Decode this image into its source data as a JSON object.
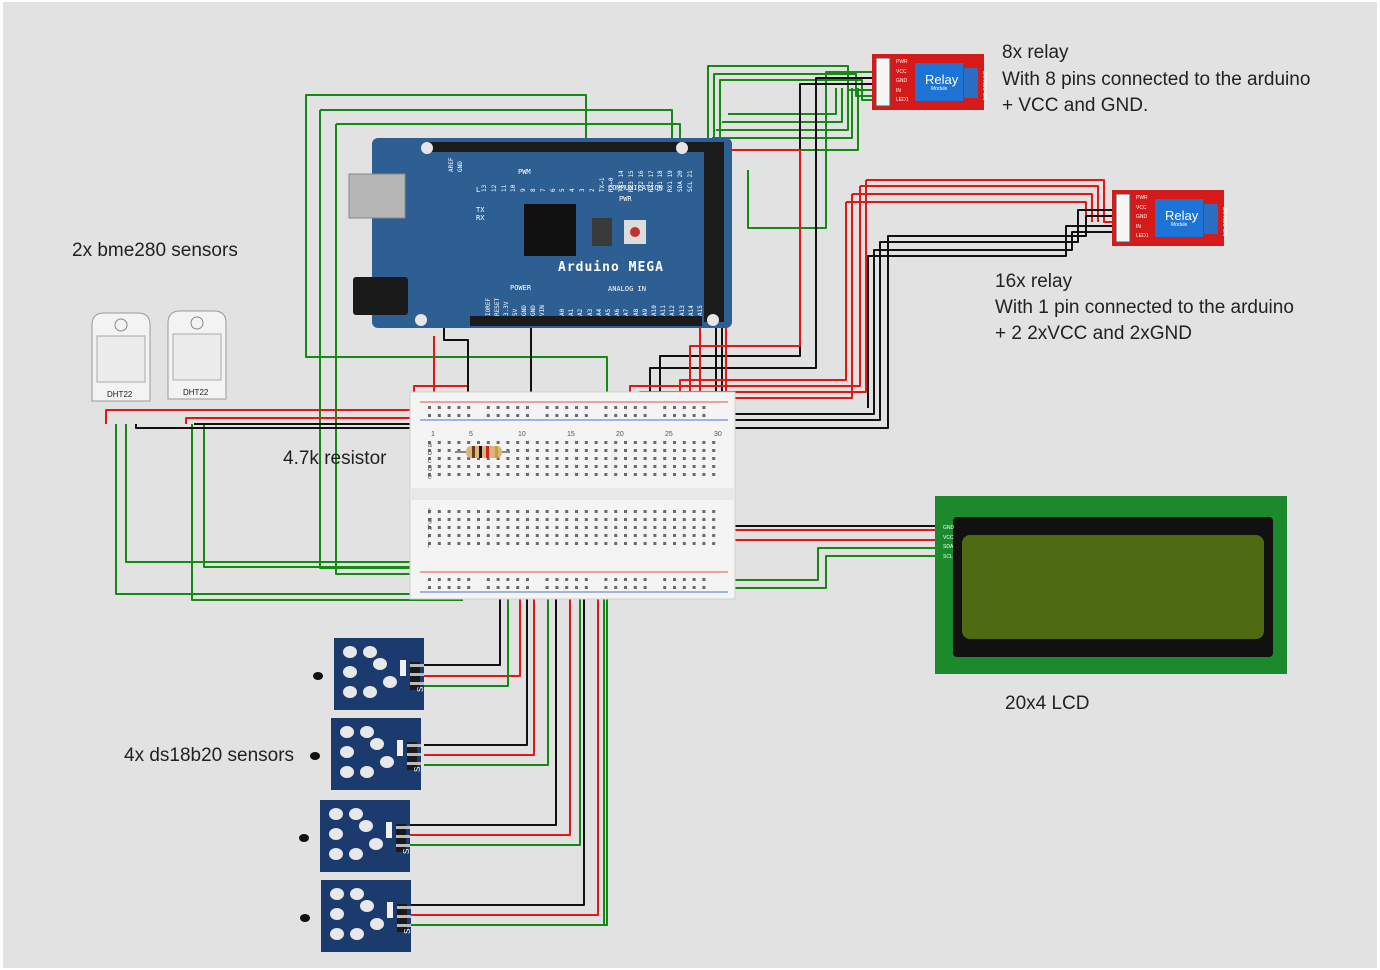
{
  "labels": {
    "relay8_title": "8x relay",
    "relay8_line1": "With 8 pins connected to the arduino",
    "relay8_line2": "+ VCC and GND.",
    "relay16_title": "16x relay",
    "relay16_line1": "With 1 pin connected to the arduino",
    "relay16_line2": "+ 2 2xVCC and 2xGND",
    "bme": "2x bme280 sensors",
    "resistor": "4.7k resistor",
    "ds18b20": "4x ds18b20 sensors",
    "lcd": "20x4 LCD"
  },
  "arduino": {
    "name": "Arduino MEGA",
    "pwm": "PWM",
    "communication": "COMMUNICATION",
    "power": "POWER",
    "analog_in": "ANALOG IN",
    "pwr": "PWR",
    "l": "L",
    "tx": "TX",
    "rx": "RX",
    "aref": "AREF",
    "gnd": "GND",
    "top_pins": [
      "13",
      "12",
      "11",
      "10",
      "9",
      "8",
      "7",
      "6",
      "5",
      "4",
      "3",
      "2",
      "TX→1",
      "RX←0",
      "TX3 14",
      "RX3 15",
      "TX2 16",
      "RX2 17",
      "TX1 18",
      "RX1 19",
      "SDA 20",
      "SCL 21"
    ],
    "power_pins": [
      "IOREF",
      "RESET",
      "3.3V",
      "5V",
      "GND",
      "GND",
      "VIN"
    ],
    "analog_pins": [
      "A0",
      "A1",
      "A2",
      "A3",
      "A4",
      "A5",
      "A6",
      "A7",
      "A8",
      "A9",
      "A10",
      "A11",
      "A12",
      "A13",
      "A14",
      "A15"
    ]
  },
  "relay_module": {
    "label": "Relay",
    "sub": "Module",
    "pins": [
      "PWR",
      "VCC",
      "GND",
      "IN",
      "LED1"
    ],
    "terminal": "NO COM NC"
  },
  "dht": [
    "DHT22",
    "DHT22"
  ],
  "lcd_pins": [
    "GND",
    "VCC",
    "SDA",
    "SCL"
  ],
  "breadboard": {
    "col_numbers": [
      "1",
      "5",
      "10",
      "15",
      "20",
      "25",
      "30"
    ],
    "row_letters_top": [
      "a",
      "b",
      "c",
      "d",
      "e"
    ],
    "row_letters_bottom": [
      "f",
      "g",
      "h",
      "i",
      "j"
    ]
  },
  "ds_label": "S",
  "colors": {
    "wire_green": "#138a13",
    "wire_red": "#e01818",
    "wire_black": "#111111",
    "board_blue": "#2d5f93",
    "relay_red": "#d61a1a",
    "relay_blue": "#1e73d6",
    "lcd_green": "#1c8a2c",
    "lcd_screen": "#4e6b14",
    "sensor_blue": "#1b3a6e"
  }
}
